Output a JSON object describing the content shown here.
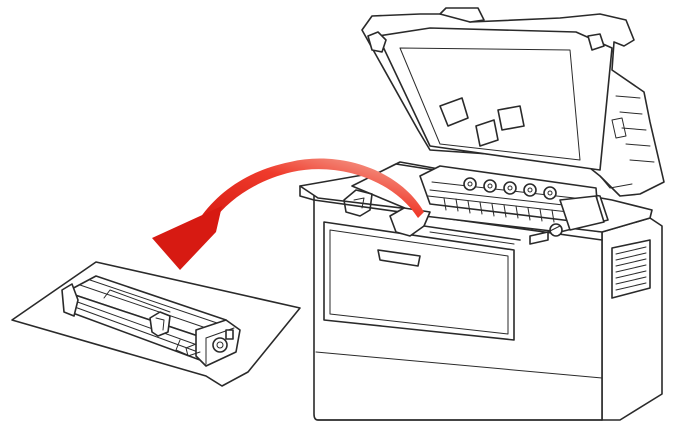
{
  "figure": {
    "background": "#ffffff",
    "line_color": "#2a2a2a",
    "arrow_colors": {
      "start": "#f6b8a8",
      "mid": "#ef3b2c",
      "end": "#d71a12"
    },
    "components": {
      "printer": "laser-printer-open-top-cover",
      "cartridge": "toner-cartridge",
      "sheet": "paper-sheet",
      "arrow": "curved-removal-arrow"
    }
  }
}
